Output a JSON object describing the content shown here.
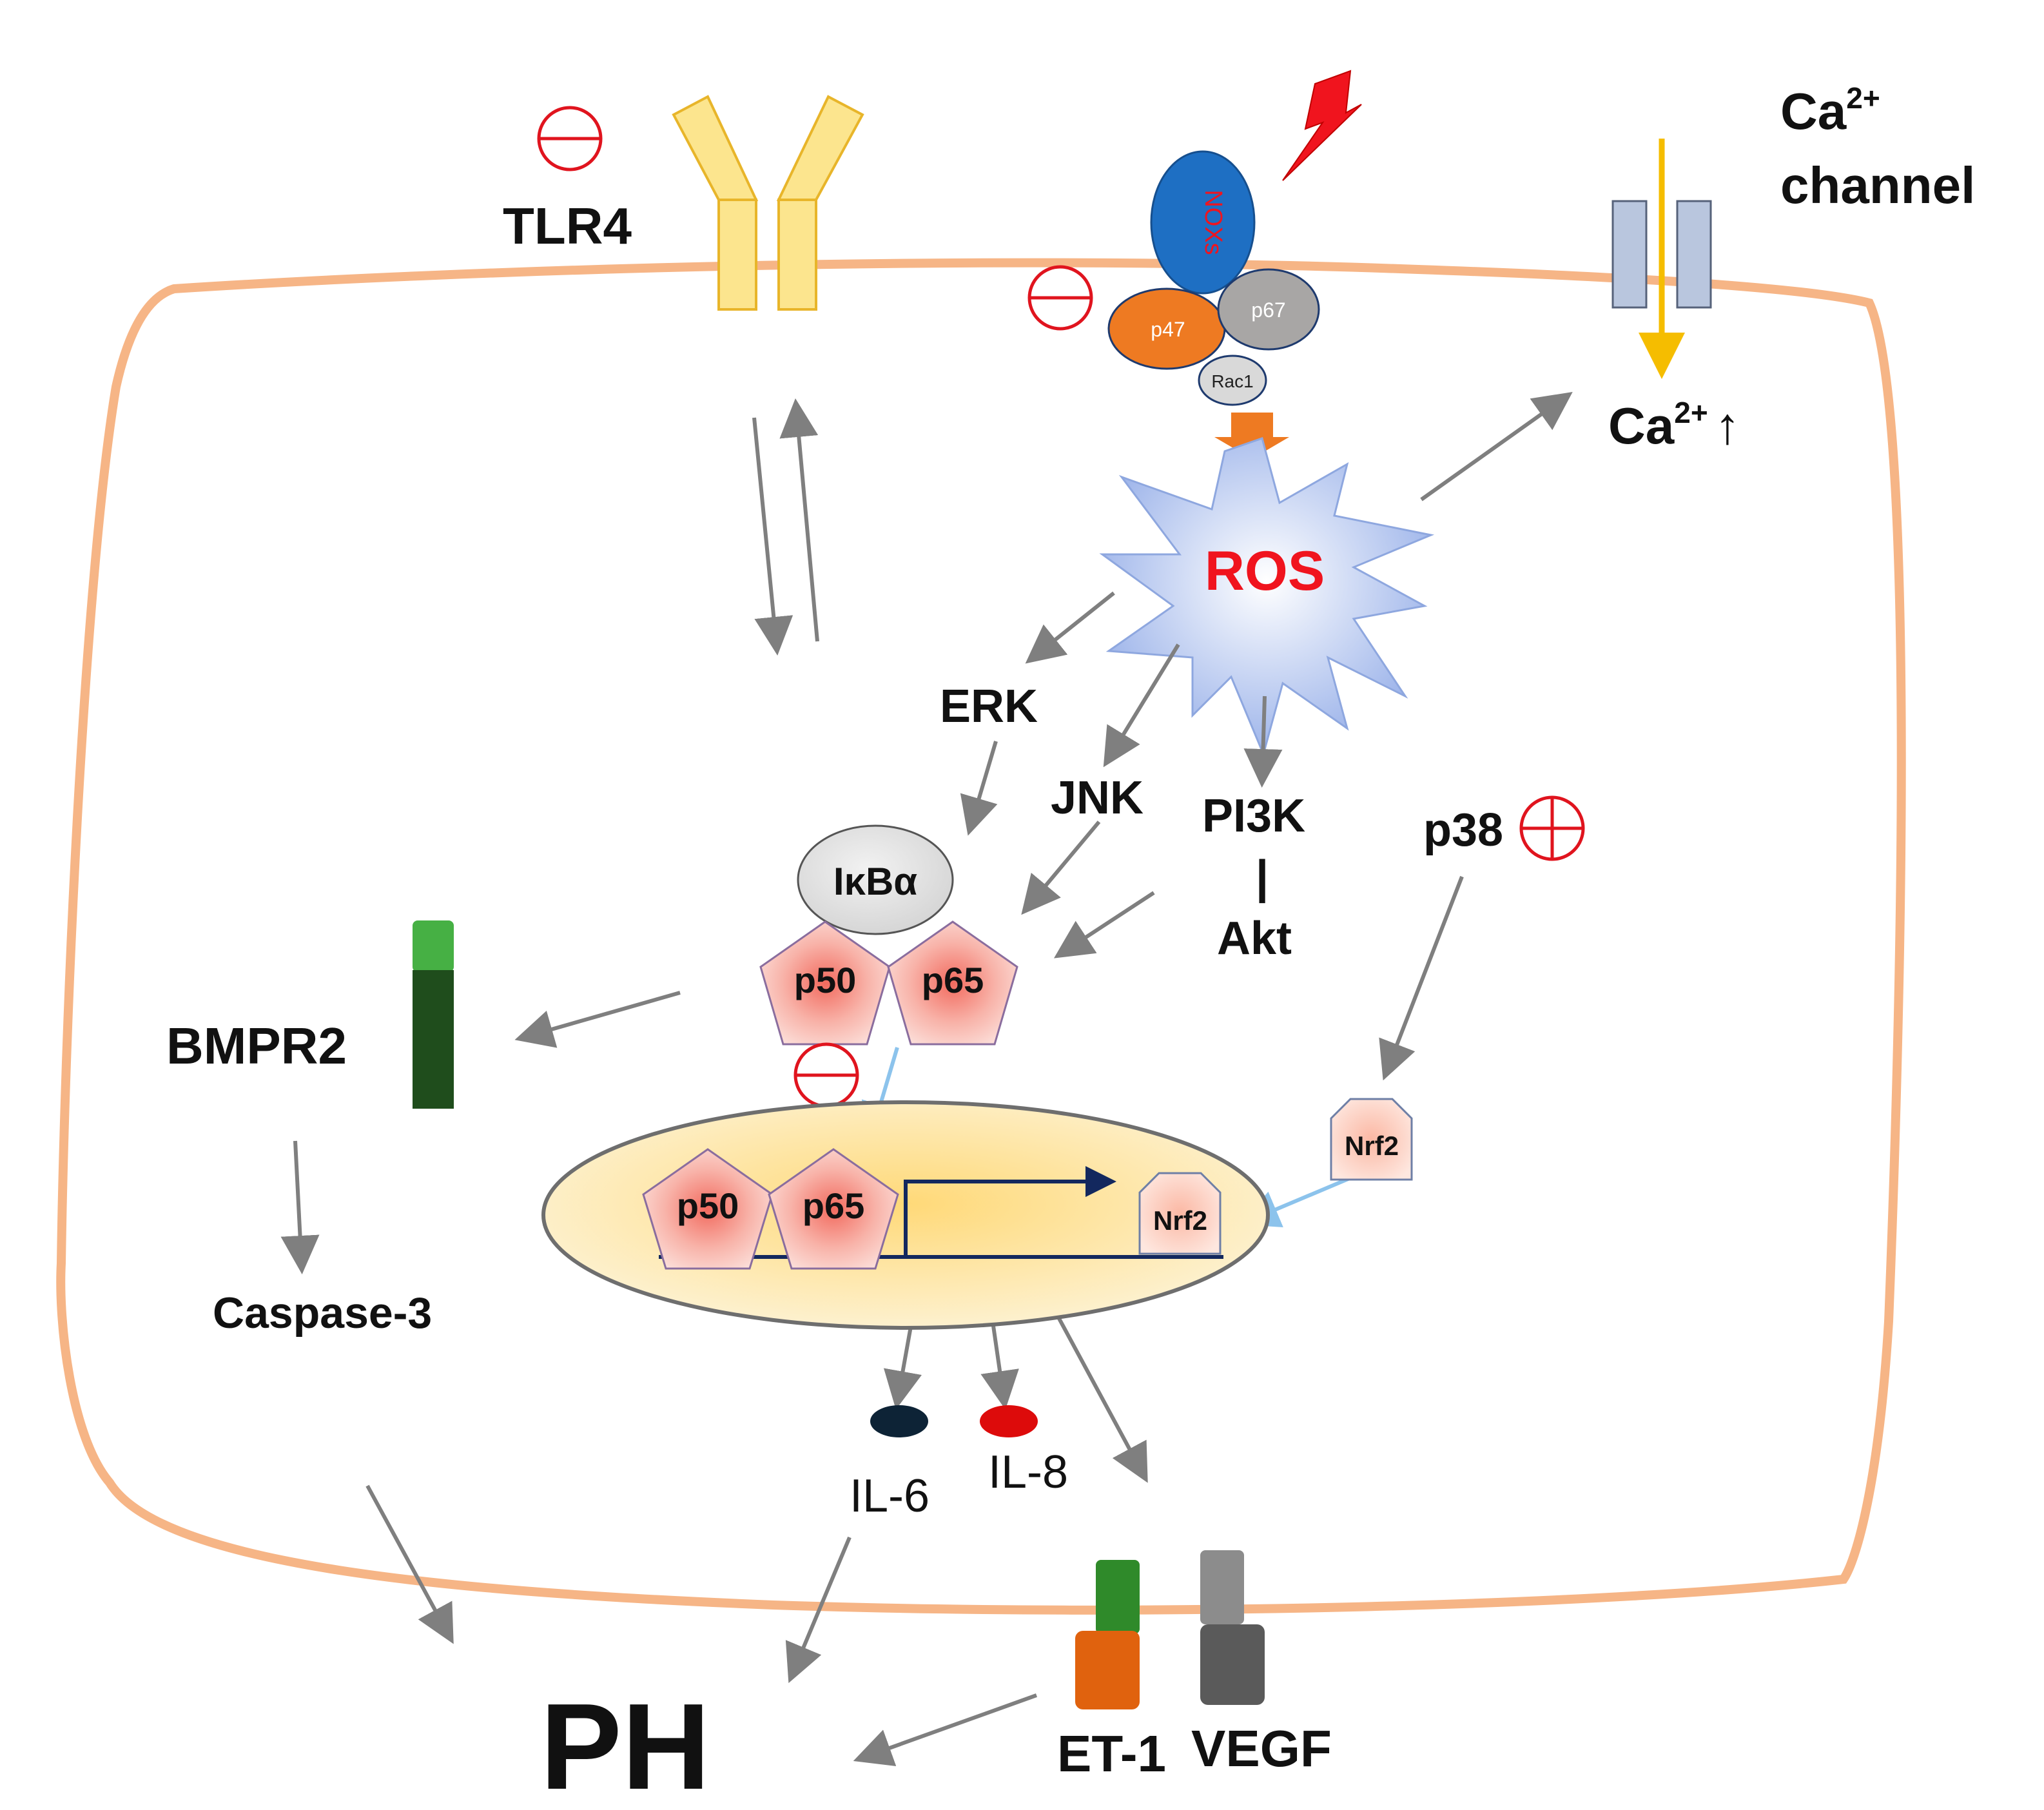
{
  "labels": {
    "tlr4": "TLR4",
    "ca_channel_line1": "Ca",
    "ca_channel_sup": "2+",
    "ca_channel_line2": "channel",
    "ca_increase": "Ca",
    "ca_increase_sup": "2+",
    "ca_increase_arrow": "↑",
    "noxs": "NOXs",
    "p47": "p47",
    "p67": "p67",
    "rac1": "Rac1",
    "ros": "ROS",
    "erk": "ERK",
    "jnk": "JNK",
    "pi3k": "PI3K",
    "akt_bar": "|",
    "akt": "Akt",
    "p38": "p38",
    "ikba": "IκBα",
    "p50": "p50",
    "p65": "p65",
    "p50_nuc": "p50",
    "p65_nuc": "p65",
    "nrf2_cyto": "Nrf2",
    "nrf2_nuc": "Nrf2",
    "bmpr2": "BMPR2",
    "caspase3": "Caspase-3",
    "il6": "IL-6",
    "il8": "IL-8",
    "et1": "ET-1",
    "vegf": "VEGF",
    "ph": "PH"
  },
  "colors": {
    "membrane": "#F6B586",
    "tlr4": "#FCE58E",
    "tlr4_stroke": "#E8B52A",
    "noxs": "#1E6FC3",
    "p47": "#EE7A22",
    "p67": "#A8A6A5",
    "rac1": "#D9D9D9",
    "ros_star": "#AFC4EE",
    "ros_text": "#F0141E",
    "inhibit": "#E0141E",
    "arrow": "#7F7F7F",
    "arrow_blue": "#8CC3EC",
    "ca_arrow": "#F5BD00",
    "ca_channel": "#B9C6DE",
    "pentagon": "#F9C3BA",
    "nucleus": "#FCE3A2",
    "bmpr2_top": "#46B044",
    "bmpr2_bottom": "#1F4D1C",
    "il6": "#0D2336",
    "il8": "#DD0B0B",
    "et1_top": "#2F8A2A",
    "et1_bottom": "#E0620E",
    "vegf_top": "#8C8C8C",
    "vegf_bottom": "#5A5A5A",
    "dna": "#13285E"
  },
  "symbols": {
    "inhibit_icon": "minus-circle",
    "activate_icon": "plus-circle",
    "lightning_icon": "lightning-bolt"
  }
}
